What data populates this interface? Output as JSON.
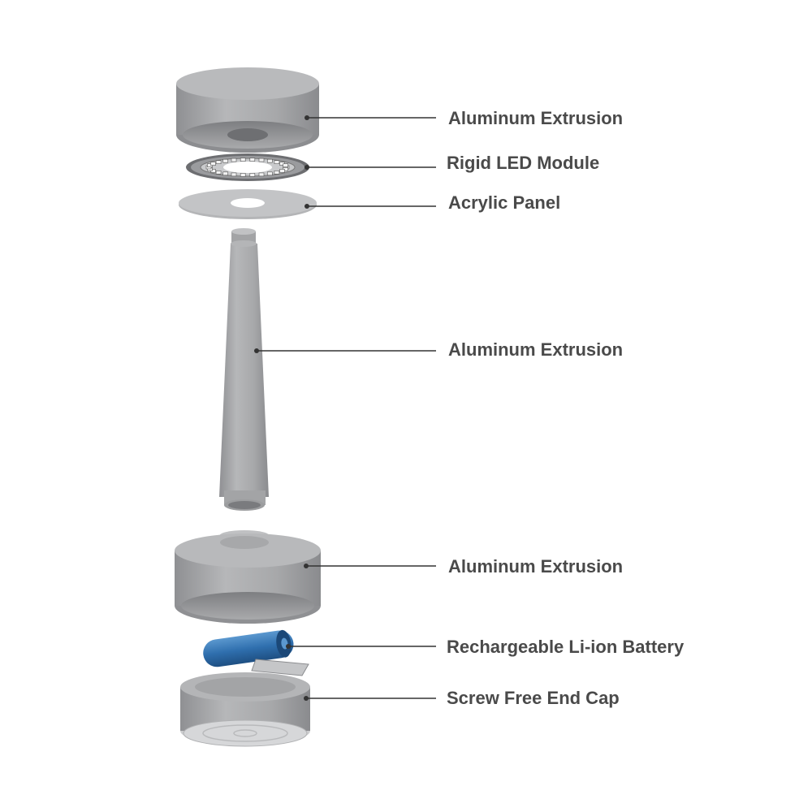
{
  "callouts": [
    {
      "label": "Aluminum Extrusion"
    },
    {
      "label": "Rigid LED Module"
    },
    {
      "label": "Acrylic Panel"
    },
    {
      "label": "Aluminum Extrusion"
    },
    {
      "label": "Aluminum Extrusion"
    },
    {
      "label": "Rechargeable Li-ion Battery"
    },
    {
      "label": "Screw Free End Cap"
    }
  ],
  "colors": {
    "label_text": "#4a4a4a",
    "leader_line": "#333333",
    "aluminum": "#a8a9ab",
    "aluminum_dark": "#8e8f92",
    "battery_blue": "#2f6fae"
  }
}
